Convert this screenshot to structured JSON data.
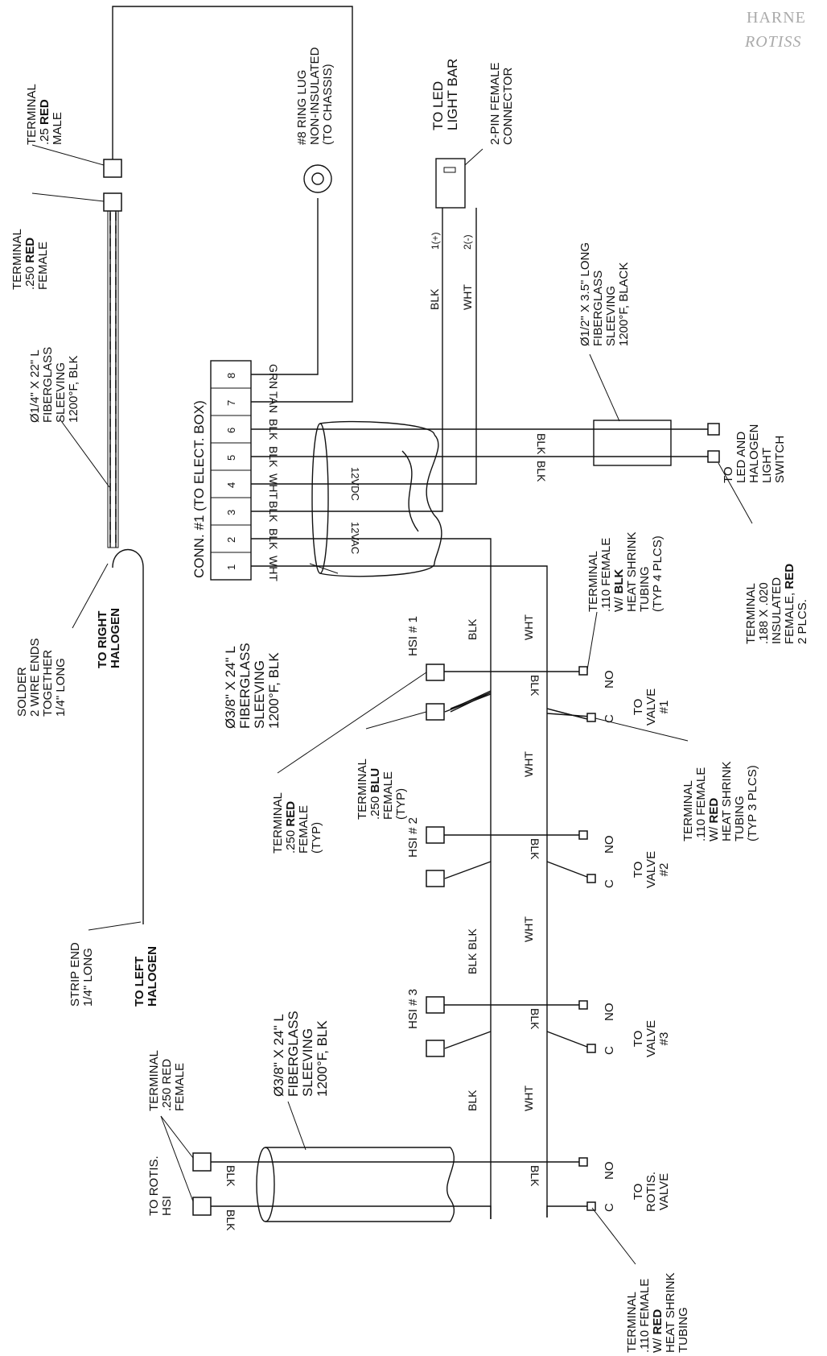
{
  "header": {
    "line1": "HARNE",
    "line2": "ROTISS"
  },
  "connector": {
    "title": "CONN. #1 (TO ELECT. BOX)",
    "pins": [
      "1",
      "2",
      "3",
      "4",
      "5",
      "6",
      "7",
      "8"
    ],
    "wires": [
      "WHT",
      "BLK",
      "BLK",
      "WHT",
      "BLK",
      "BLK",
      "TAN",
      "GRN"
    ],
    "vac": "12VAC",
    "vdc": "12VDC"
  },
  "labels": {
    "term_25_red_male": [
      "TERMINAL",
      ".25 ",
      "RED",
      "MALE"
    ],
    "term_250_red_female_top": [
      "TERMINAL",
      ".250 ",
      "RED",
      "FEMALE"
    ],
    "sleeve_22": [
      "Ø1/4\" X 22\" L",
      "FIBERGLASS",
      "SLEEVING",
      "1200°F, BLK"
    ],
    "ring_lug": [
      "#8 RING LUG",
      "NON-INSULATED",
      "(TO CHASSIS)"
    ],
    "led_bar": [
      "TO LED",
      "LIGHT BAR"
    ],
    "pin_connector": [
      "2-PIN FEMALE",
      "CONNECTOR"
    ],
    "pin1": "1(+)",
    "pin2": "2(-)",
    "sleeve_35": [
      "Ø1/2\" X 3.5\" LONG",
      "FIBERGLASS",
      "SLEEVING",
      "1200°F, BLACK"
    ],
    "led_switch": [
      "TO",
      "LED AND",
      "HALOGEN",
      "LIGHT",
      "SWITCH"
    ],
    "term_188": [
      "TERMINAL",
      ".188 X .020",
      "INSULATED",
      "FEMALE, ",
      "RED",
      "2 PLCS."
    ],
    "term_110_blk": [
      "TERMINAL",
      ".110 FEMALE",
      "W/ ",
      "BLK",
      "HEAT SHRINK",
      "TUBING",
      "(TYP 4 PLCS)"
    ],
    "solder": [
      "SOLDER",
      "2 WIRE ENDS",
      "TOGETHER",
      "1/4\" LONG"
    ],
    "right_halogen": [
      "TO RIGHT",
      "HALOGEN"
    ],
    "sleeve_24a": [
      "Ø3/8\" X 24\" L",
      "FIBERGLASS",
      "SLEEVING",
      "1200°F, BLK"
    ],
    "hsi1": "HSI # 1",
    "hsi2": "HSI # 2",
    "hsi3": "HSI # 3",
    "term_250_red_typ": [
      "TERMINAL",
      ".250 ",
      "RED",
      "FEMALE",
      "(TYP)"
    ],
    "term_250_blu_typ": [
      "TERMINAL",
      ".250 ",
      "BLU",
      "FEMALE",
      "(TYP)"
    ],
    "valve1": [
      "TO",
      "VALVE",
      "#1"
    ],
    "valve2": [
      "TO",
      "VALVE",
      "#2"
    ],
    "valve3": [
      "TO",
      "VALVE",
      "#3"
    ],
    "term_110_red": [
      "TERMINAL",
      ".110 FEMALE",
      "W/ ",
      "RED",
      "HEAT SHRINK",
      "TUBING",
      "(TYP 3 PLCS)"
    ],
    "strip_end": [
      "STRIP END",
      "1/4\" LONG"
    ],
    "left_halogen": [
      "TO LEFT",
      "HALOGEN"
    ],
    "sleeve_24b": [
      "Ø3/8\" X 24\" L",
      "FIBERGLASS",
      "SLEEVING",
      "1200°F, BLK"
    ],
    "term_250_red_rotis": [
      "TERMINAL",
      ".250 RED",
      "FEMALE"
    ],
    "rotis_hsi": [
      "TO ROTIS.",
      "HSI"
    ],
    "rotis_valve": [
      "TO",
      "ROTIS.",
      "VALVE"
    ],
    "term_110_red_rotis": [
      "TERMINAL",
      ".110 FEMALE",
      "W/ ",
      "RED",
      "HEAT SHRINK",
      "TUBING"
    ],
    "no": "NO",
    "c": "C",
    "blk": "BLK",
    "wht": "WHT",
    "blk_blk": "BLK BLK"
  }
}
